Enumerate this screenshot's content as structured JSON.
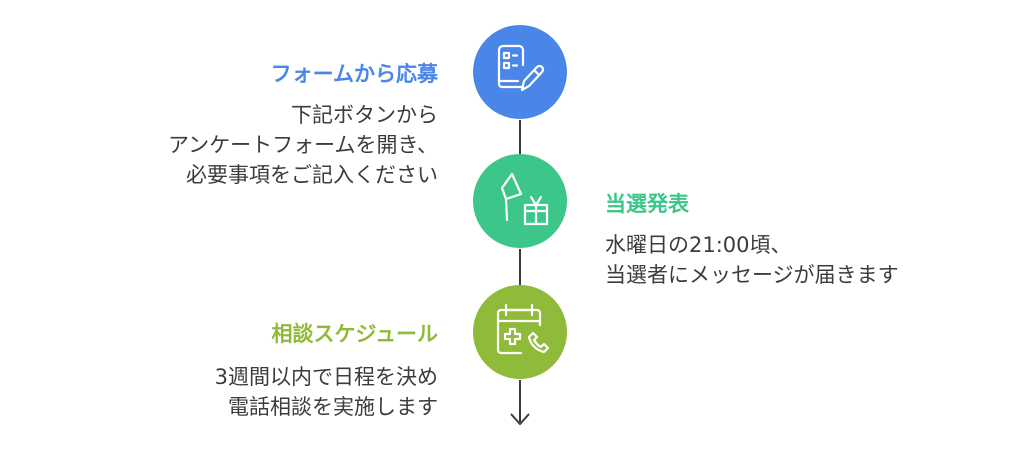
{
  "steps": [
    {
      "title": "フォームから応募",
      "lines": [
        "下記ボタンから",
        "アンケートフォームを開き、",
        "必要事項をご記入ください"
      ],
      "color": "#4a86e8",
      "icon": "form-pencil-icon"
    },
    {
      "title": "当選発表",
      "lines": [
        "水曜日の21:00頃、",
        "当選者にメッセージが届きます"
      ],
      "color": "#3dc68a",
      "icon": "pin-gift-icon"
    },
    {
      "title": "相談スケジュール",
      "lines": [
        "3週間以内で日程を決め",
        "電話相談を実施します"
      ],
      "color": "#8fba3a",
      "icon": "calendar-phone-icon"
    }
  ]
}
